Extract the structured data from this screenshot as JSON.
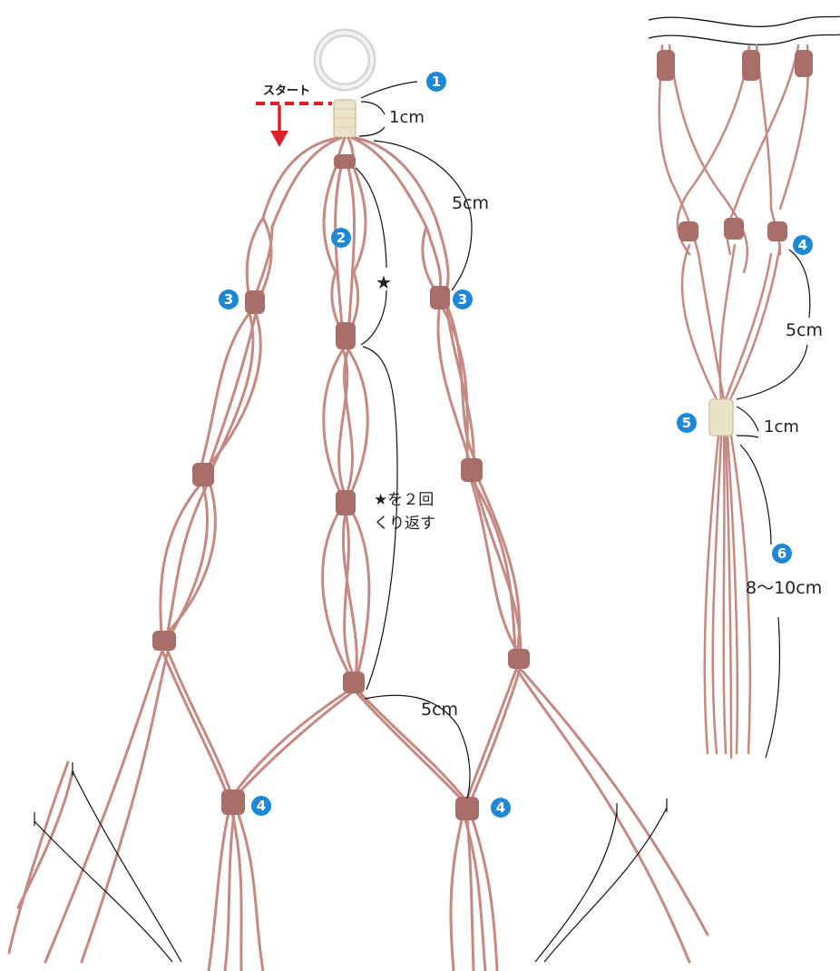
{
  "labels": {
    "start": "スタート",
    "top_ring_len": "1cm",
    "first_gap": "5cm",
    "repeat_line1": "★を２回",
    "repeat_line2": "くり返す",
    "star": "★",
    "bottom_gap": "5cm",
    "right_gap": "5cm",
    "bottom_wrap_len": "1cm",
    "tassel_len": "8〜10cm"
  },
  "step_badges": {
    "step1": "1",
    "step2": "2",
    "step3": "3",
    "step4": "4",
    "step5": "5",
    "step6": "6"
  },
  "colors": {
    "cord": "#c48a82",
    "cord_dark": "#a86f68",
    "badge": "#1e88d8",
    "start_arrow": "#e01e2a",
    "wrap": "#ebe3c9",
    "leader": "#111111"
  }
}
